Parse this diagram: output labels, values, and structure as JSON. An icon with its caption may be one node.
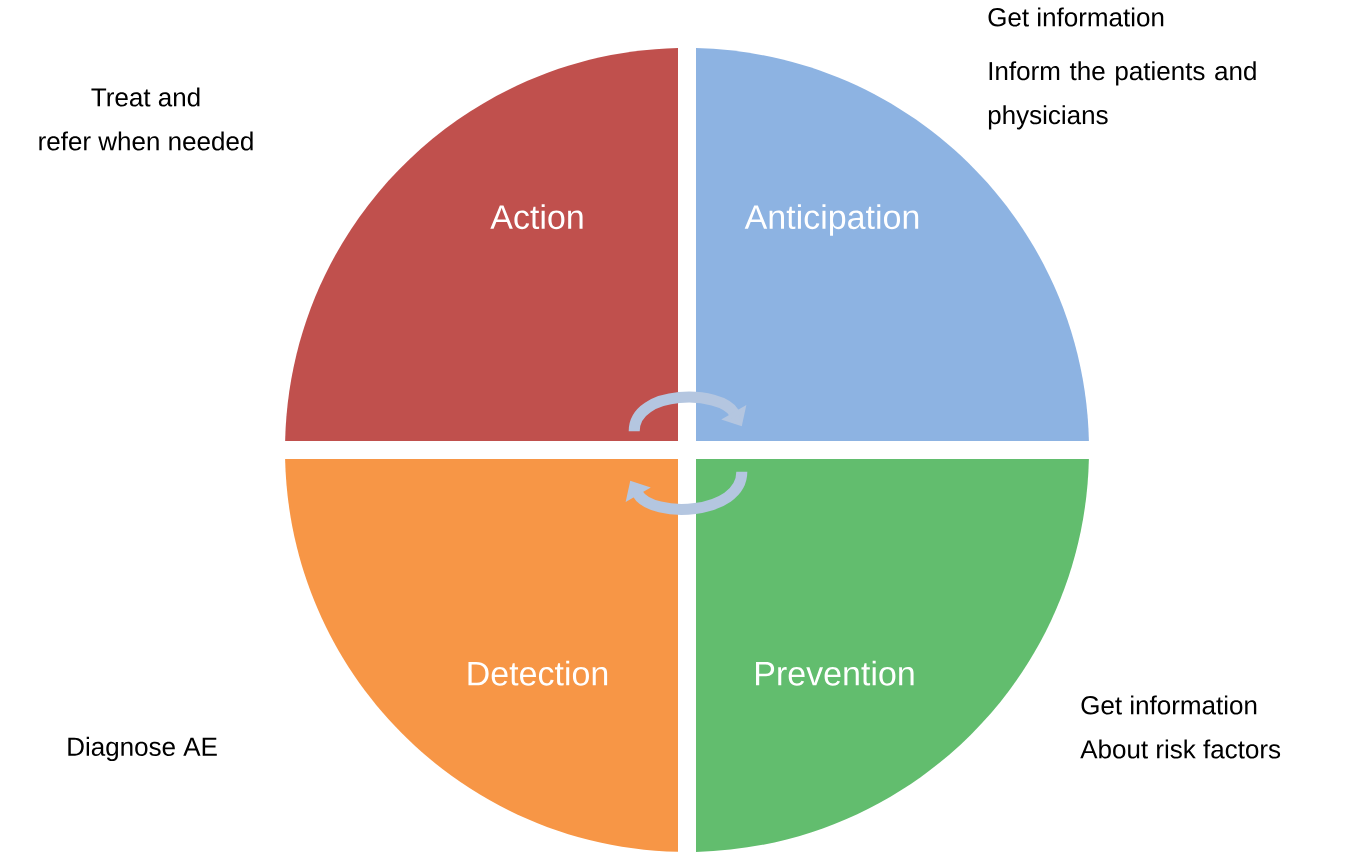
{
  "diagram": {
    "nodes": [
      {
        "text": [
          "Action"
        ],
        "beside": [
          "Treat and",
          "refer when needed"
        ]
      },
      {
        "text": [
          "Anticipation"
        ],
        "beside": [
          "Get information",
          "Inform the patients and physicians"
        ]
      },
      {
        "text": [
          "Detection"
        ],
        "beside": [
          "Diagnose AE"
        ]
      },
      {
        "text": [
          "Prevention"
        ],
        "beside": [
          "Get information",
          "About risk factors"
        ]
      }
    ],
    "edges": [
      {
        "from": 0,
        "to": 1,
        "arrow": "to"
      },
      {
        "from": 3,
        "to": 2,
        "arrow": "to"
      }
    ]
  }
}
